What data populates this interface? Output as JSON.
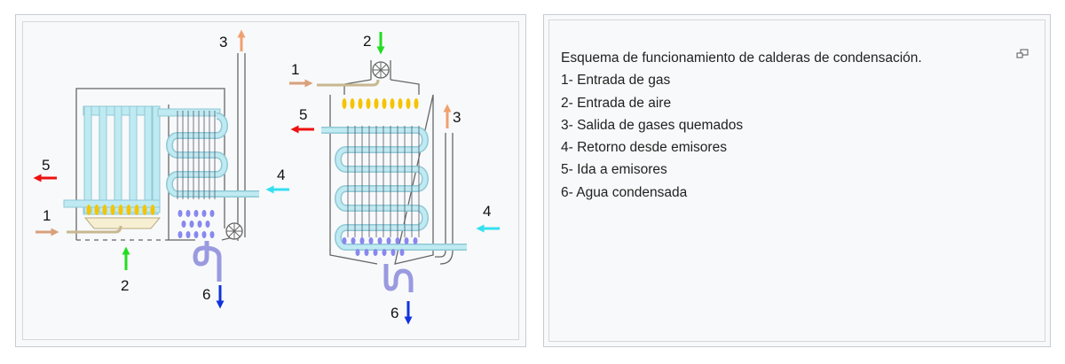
{
  "diagram": {
    "left_boiler": {
      "labels": [
        "1",
        "2",
        "3",
        "4",
        "5",
        "6"
      ]
    },
    "right_boiler": {
      "labels": [
        "1",
        "2",
        "3",
        "4",
        "5",
        "6"
      ]
    },
    "colors": {
      "gas": "#d9a07a",
      "air": "#22dd22",
      "flue": "#f0a070",
      "return": "#33e0f0",
      "flow": "#ee1111",
      "condensate": "#1133dd",
      "water_pipe": "#bfeaf2",
      "flame": "#f5c400",
      "drops": "#8888ee"
    }
  },
  "caption": {
    "title": "Esquema de funcionamiento de calderas de condensación.",
    "items": [
      "1- Entrada de gas",
      "2- Entrada de aire",
      "3- Salida de gases quemados",
      "4- Retorno desde emisores",
      "5- Ida a emisores",
      "6- Agua condensada"
    ],
    "enlarge_icon": "magnify-icon"
  }
}
